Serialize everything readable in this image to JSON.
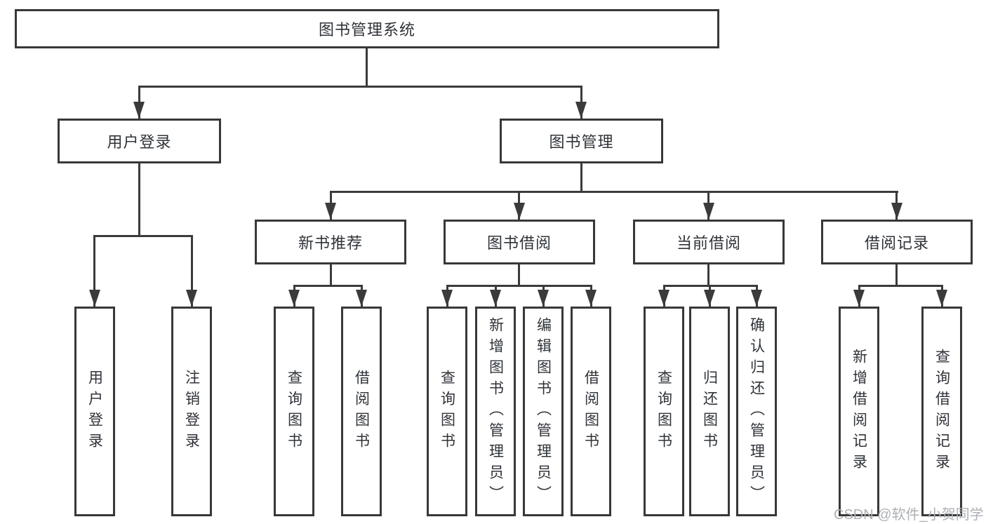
{
  "diagram_title": "图书管理系统",
  "nodes": {
    "root": {
      "label": "图书管理系统"
    },
    "level2": [
      {
        "label": "用户登录"
      },
      {
        "label": "图书管理"
      }
    ],
    "level3": [
      {
        "label": "新书推荐",
        "parent": "图书管理"
      },
      {
        "label": "图书借阅",
        "parent": "图书管理"
      },
      {
        "label": "当前借阅",
        "parent": "图书管理"
      },
      {
        "label": "借阅记录",
        "parent": "图书管理"
      }
    ],
    "leaves": [
      {
        "label": "用户登录",
        "parent": "用户登录"
      },
      {
        "label": "注销登录",
        "parent": "用户登录"
      },
      {
        "label": "查询图书",
        "parent": "新书推荐"
      },
      {
        "label": "借阅图书",
        "parent": "新书推荐"
      },
      {
        "label": "查询图书",
        "parent": "图书借阅"
      },
      {
        "label": "新增图书（管理员）",
        "parent": "图书借阅"
      },
      {
        "label": "编辑图书（管理员）",
        "parent": "图书借阅"
      },
      {
        "label": "借阅图书",
        "parent": "图书借阅"
      },
      {
        "label": "查询图书",
        "parent": "当前借阅"
      },
      {
        "label": "归还图书",
        "parent": "当前借阅"
      },
      {
        "label": "确认归还（管理员）",
        "parent": "当前借阅"
      },
      {
        "label": "新增借阅记录",
        "parent": "借阅记录"
      },
      {
        "label": "查询借阅记录",
        "parent": "借阅记录"
      }
    ]
  },
  "watermark": "CSDN @软件_小贺同学",
  "colors": {
    "line": "#3b3b3b",
    "box_border": "#383838",
    "text": "#2f3338",
    "watermark": "#adb0b5",
    "background": "#ffffff"
  }
}
